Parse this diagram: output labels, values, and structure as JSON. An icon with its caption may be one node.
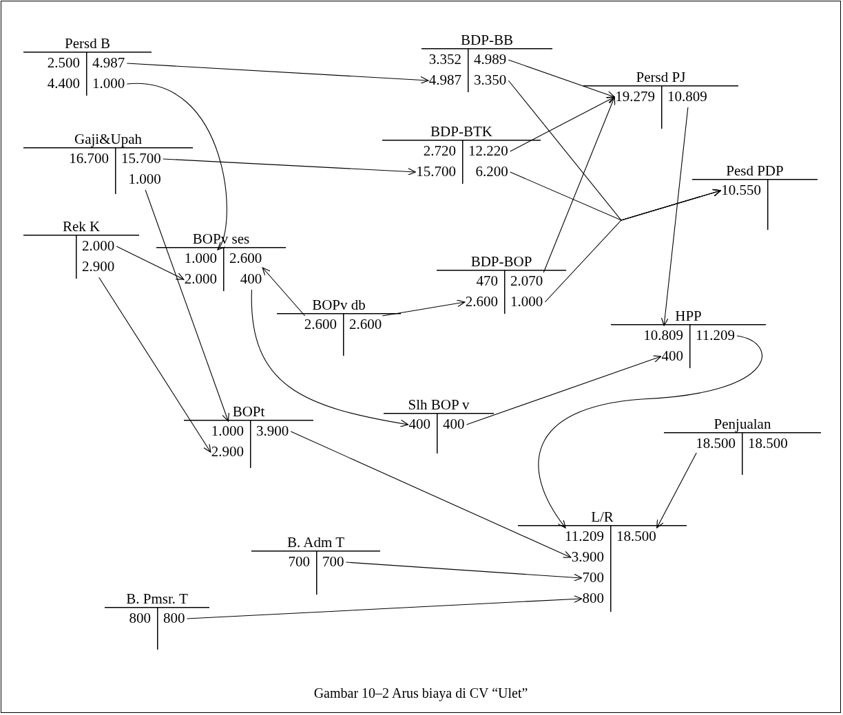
{
  "diagram": {
    "caption": "Gambar 10–2 Arus biaya di CV “Ulet”",
    "nodes": [
      {
        "text": [
          "Persd B"
        ]
      },
      {
        "text": [
          "2.500"
        ],
        "in": 0
      },
      {
        "text": [
          "4.987"
        ],
        "in": 0
      },
      {
        "text": [
          "4.400"
        ],
        "in": 0
      },
      {
        "text": [
          "1.000"
        ],
        "in": 0
      },
      {
        "text": [
          "BDP-BB"
        ]
      },
      {
        "text": [
          "3.352"
        ],
        "in": 5
      },
      {
        "text": [
          "4.989"
        ],
        "in": 5
      },
      {
        "text": [
          "4.987"
        ],
        "in": 5
      },
      {
        "text": [
          "3.350"
        ],
        "in": 5
      },
      {
        "text": [
          "Persd PJ"
        ]
      },
      {
        "text": [
          "19.279"
        ],
        "in": 10
      },
      {
        "text": [
          "10.809"
        ],
        "in": 10
      },
      {
        "text": [
          "Gaji&Upah"
        ]
      },
      {
        "text": [
          "16.700"
        ],
        "in": 13
      },
      {
        "text": [
          "15.700"
        ],
        "in": 13
      },
      {
        "text": [
          "1.000"
        ],
        "in": 13
      },
      {
        "text": [
          "BDP-BTK"
        ]
      },
      {
        "text": [
          "2.720"
        ],
        "in": 17
      },
      {
        "text": [
          "12.220"
        ],
        "in": 17
      },
      {
        "text": [
          "15.700"
        ],
        "in": 17
      },
      {
        "text": [
          "6.200"
        ],
        "in": 17
      },
      {
        "text": [
          "Pesd PDP"
        ]
      },
      {
        "text": [
          "10.550"
        ],
        "in": 22
      },
      {
        "text": [
          "Rek K"
        ]
      },
      {
        "text": [
          "2.000"
        ],
        "in": 24
      },
      {
        "text": [
          "2.900"
        ],
        "in": 24
      },
      {
        "text": [
          "BOPv ses"
        ]
      },
      {
        "text": [
          "1.000"
        ],
        "in": 27
      },
      {
        "text": [
          "2.600"
        ],
        "in": 27
      },
      {
        "text": [
          "2.000"
        ],
        "in": 27
      },
      {
        "text": [
          "400"
        ],
        "in": 27
      },
      {
        "text": [
          "BDP-BOP"
        ]
      },
      {
        "text": [
          "470"
        ],
        "in": 32
      },
      {
        "text": [
          "2.070"
        ],
        "in": 32
      },
      {
        "text": [
          "2.600"
        ],
        "in": 32
      },
      {
        "text": [
          "1.000"
        ],
        "in": 32
      },
      {
        "text": [
          "BOPv db"
        ]
      },
      {
        "text": [
          "2.600"
        ],
        "in": 37
      },
      {
        "text": [
          "2.600"
        ],
        "in": 37
      },
      {
        "text": [
          "HPP"
        ]
      },
      {
        "text": [
          "10.809"
        ],
        "in": 40
      },
      {
        "text": [
          "11.209"
        ],
        "in": 40
      },
      {
        "text": [
          "400"
        ],
        "in": 40
      },
      {
        "text": [
          "Slh BOP v"
        ]
      },
      {
        "text": [
          "400"
        ],
        "in": 44
      },
      {
        "text": [
          "400"
        ],
        "in": 44
      },
      {
        "text": [
          "BOPt"
        ]
      },
      {
        "text": [
          "1.000"
        ],
        "in": 47
      },
      {
        "text": [
          "3.900"
        ],
        "in": 47
      },
      {
        "text": [
          "2.900"
        ],
        "in": 47
      },
      {
        "text": [
          "Penjualan"
        ]
      },
      {
        "text": [
          "18.500"
        ],
        "in": 51
      },
      {
        "text": [
          "18.500"
        ],
        "in": 51
      },
      {
        "text": [
          "L/R"
        ]
      },
      {
        "text": [
          "11.209"
        ],
        "in": 54
      },
      {
        "text": [
          "18.500"
        ],
        "in": 54
      },
      {
        "text": [
          "3.900"
        ],
        "in": 54
      },
      {
        "text": [
          "700"
        ],
        "in": 54
      },
      {
        "text": [
          "800"
        ],
        "in": 54
      },
      {
        "text": [
          "B. Adm T"
        ]
      },
      {
        "text": [
          "700"
        ],
        "in": 60
      },
      {
        "text": [
          "700"
        ],
        "in": 60
      },
      {
        "text": [
          "B. Pmsr. T"
        ]
      },
      {
        "text": [
          "800"
        ],
        "in": 63
      },
      {
        "text": [
          "800"
        ],
        "in": 63
      }
    ],
    "edges": [
      {
        "from": 2,
        "to": 8,
        "arrow": "to"
      },
      {
        "from": 4,
        "to": 28,
        "arrow": "to"
      },
      {
        "from": 15,
        "to": 20,
        "arrow": "to"
      },
      {
        "from": 16,
        "to": 48,
        "arrow": "to"
      },
      {
        "from": 25,
        "to": 30,
        "arrow": "to"
      },
      {
        "from": 26,
        "to": 50,
        "arrow": "to"
      },
      {
        "from": 38,
        "to": 29,
        "arrow": "to"
      },
      {
        "from": 39,
        "to": 35,
        "arrow": "to"
      },
      {
        "from": 31,
        "to": 45,
        "arrow": "to"
      },
      {
        "from": 46,
        "to": 43,
        "arrow": "to"
      },
      {
        "from": 49,
        "to": 57,
        "arrow": "to"
      },
      {
        "from": 7,
        "to": 11,
        "arrow": "to"
      },
      {
        "from": 19,
        "to": 11,
        "arrow": "to"
      },
      {
        "from": 34,
        "to": 11,
        "arrow": "to"
      },
      {
        "from": 9,
        "to": 23,
        "arrow": "to"
      },
      {
        "from": 21,
        "to": 23,
        "arrow": "to"
      },
      {
        "from": 36,
        "to": 23,
        "arrow": "to"
      },
      {
        "from": 12,
        "to": 41,
        "arrow": "to"
      },
      {
        "from": 42,
        "to": 55,
        "arrow": "to"
      },
      {
        "from": 52,
        "to": 56,
        "arrow": "to"
      },
      {
        "from": 62,
        "to": 58,
        "arrow": "to"
      },
      {
        "from": 65,
        "to": 59,
        "arrow": "to"
      }
    ]
  }
}
